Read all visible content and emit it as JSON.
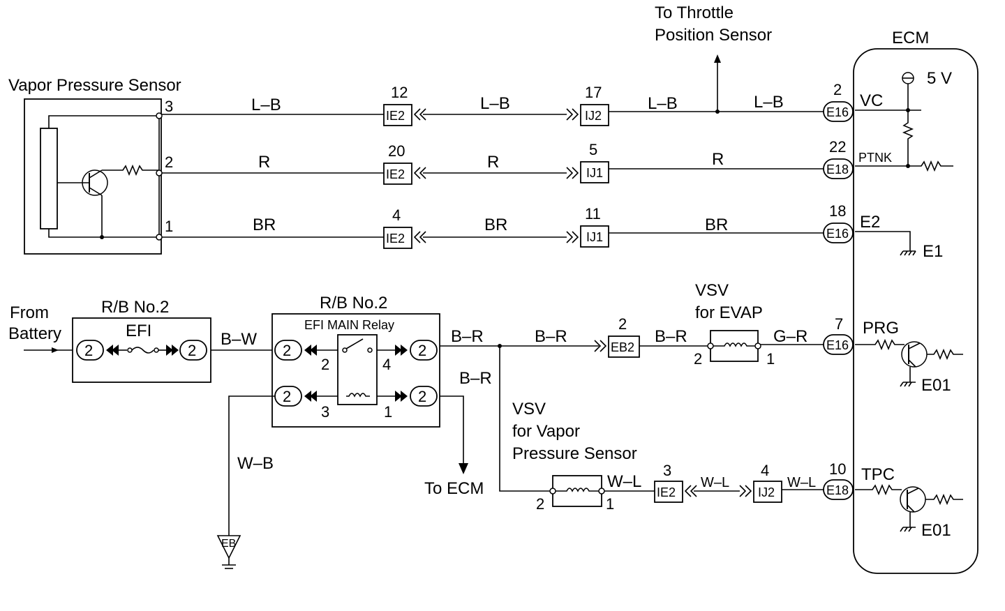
{
  "throttle": {
    "line1": "To Throttle",
    "line2": "Position Sensor"
  },
  "ecm": {
    "title": "ECM",
    "supply": "5 V",
    "VC": "VC",
    "PTNK": "PTNK",
    "E2": "E2",
    "E1": "E1",
    "PRG": "PRG",
    "TPC": "TPC",
    "E01a": "E01",
    "E01b": "E01"
  },
  "vps": {
    "title": "Vapor Pressure Sensor",
    "pin3": "3",
    "pin2": "2",
    "pin1": "1"
  },
  "rows": {
    "r1": {
      "w1": "L–B",
      "c1num": "12",
      "c1": "IE2",
      "w2": "L–B",
      "c2num": "17",
      "c2": "IJ2",
      "w3": "L–B",
      "w4": "L–B",
      "c3num": "2",
      "c3": "E16"
    },
    "r2": {
      "w1": "R",
      "c1num": "20",
      "c1": "IE2",
      "w2": "R",
      "c2num": "5",
      "c2": "IJ1",
      "w3": "R",
      "c3num": "22",
      "c3": "E18"
    },
    "r3": {
      "w1": "BR",
      "c1num": "4",
      "c1": "IE2",
      "w2": "BR",
      "c2num": "11",
      "c2": "IJ1",
      "w3": "BR",
      "c3num": "18",
      "c3": "E16"
    }
  },
  "battery": {
    "line1": "From",
    "line2": "Battery"
  },
  "rb1": {
    "title": "R/B No.2",
    "fuse": "EFI",
    "pinL": "2",
    "pinR": "2"
  },
  "bw": "B–W",
  "rb2": {
    "title": "R/B No.2",
    "relay": "EFI MAIN Relay",
    "p_tl": "2",
    "p_tr": "2",
    "p_bl": "2",
    "p_br": "2",
    "n2": "2",
    "n4": "4",
    "n3": "3",
    "n1": "1"
  },
  "evap": {
    "wBR1": "B–R",
    "wBR2": "B–R",
    "wBR3": "B–R",
    "wBR4": "B–R",
    "eb2num": "2",
    "eb2": "EB2",
    "vsv1": "VSV",
    "vsv2": "for EVAP",
    "p2": "2",
    "p1": "1",
    "wGR": "G–R",
    "cnum": "7",
    "c": "E16"
  },
  "vsv2": {
    "l1": "VSV",
    "l2": "for Vapor",
    "l3": "Pressure Sensor",
    "p2": "2",
    "p1": "1",
    "wWL1": "W–L",
    "ie2num": "3",
    "ie2": "IE2",
    "wWL2": "W–L",
    "ij2num": "4",
    "ij2": "IJ2",
    "wWL3": "W–L",
    "cnum": "10",
    "c": "E18"
  },
  "misc": {
    "wb": "W–B",
    "eb": "EB",
    "toecm": "To ECM"
  }
}
